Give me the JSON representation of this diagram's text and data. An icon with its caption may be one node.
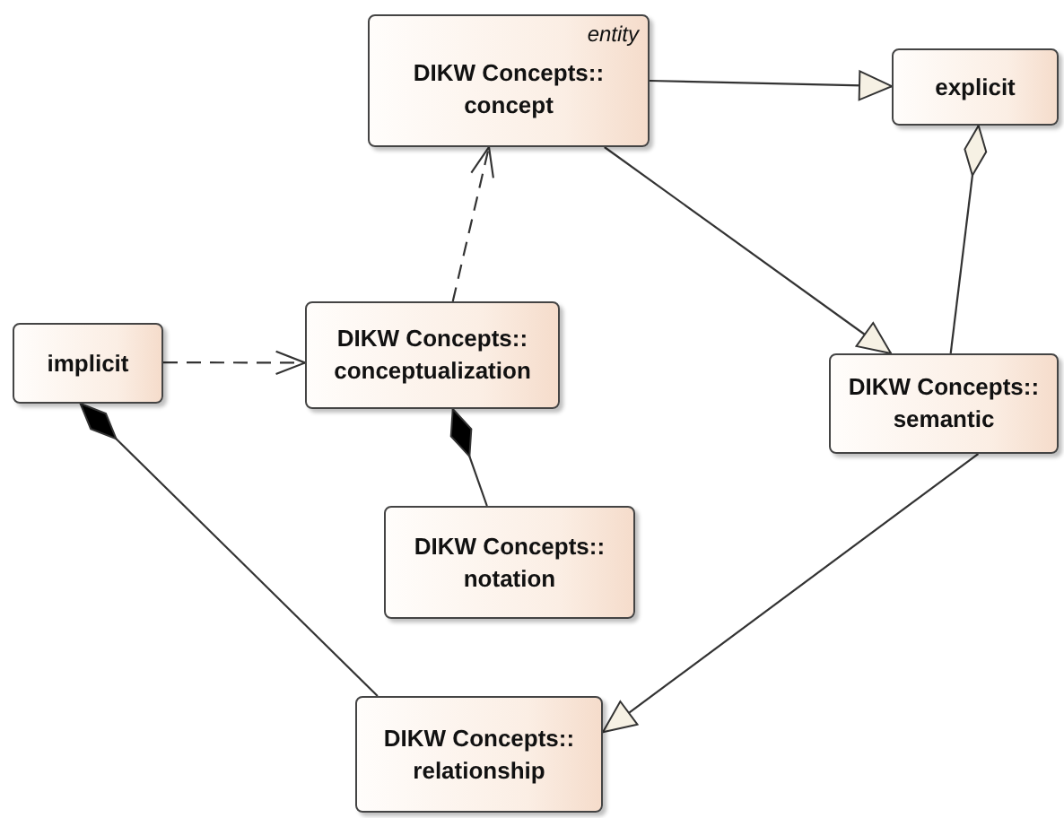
{
  "diagram": {
    "nodes": [
      {
        "text": [
          "entity",
          "DIKW Concepts:: concept"
        ]
      },
      {
        "text": [
          "explicit"
        ]
      },
      {
        "text": [
          "implicit"
        ]
      },
      {
        "text": [
          "DIKW Concepts:: conceptualization"
        ]
      },
      {
        "text": [
          "DIKW Concepts:: semantic"
        ]
      },
      {
        "text": [
          "DIKW Concepts:: notation"
        ]
      },
      {
        "text": [
          "DIKW Concepts:: relationship"
        ]
      }
    ],
    "edges": [
      {
        "from": 0,
        "to": 1,
        "arrow": "to"
      },
      {
        "from": 0,
        "to": 4,
        "arrow": "to"
      },
      {
        "from": 3,
        "to": 0,
        "arrow": "to",
        "style": "dashed"
      },
      {
        "from": 2,
        "to": 3,
        "arrow": "to",
        "style": "dashed"
      },
      {
        "from": 1,
        "to": 4,
        "arrow": "other"
      },
      {
        "from": 3,
        "to": 5,
        "arrow": "other"
      },
      {
        "from": 2,
        "to": 6,
        "arrow": "other"
      },
      {
        "from": 4,
        "to": 6,
        "arrow": "to"
      }
    ]
  }
}
